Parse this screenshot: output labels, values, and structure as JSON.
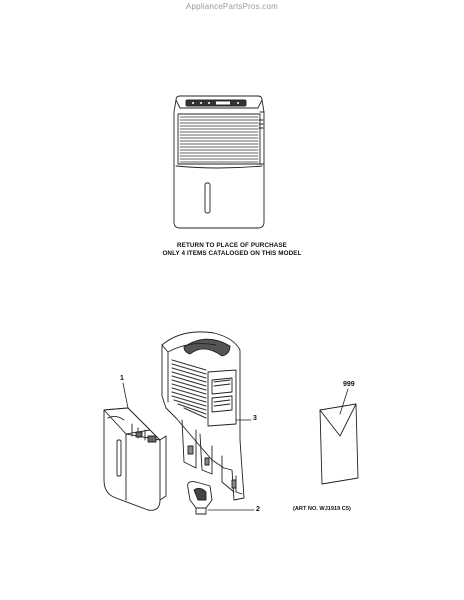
{
  "watermark": "AppliancePartsPros.com",
  "notice": {
    "line1": "RETURN TO PLACE OF PURCHASE",
    "line2": "ONLY 4 ITEMS CATALOGED ON THIS MODEL"
  },
  "callouts": {
    "part1": "1",
    "part2": "2",
    "part3": "3",
    "part999": "999"
  },
  "art_number": "(ART NO. WJ1919 C5)"
}
